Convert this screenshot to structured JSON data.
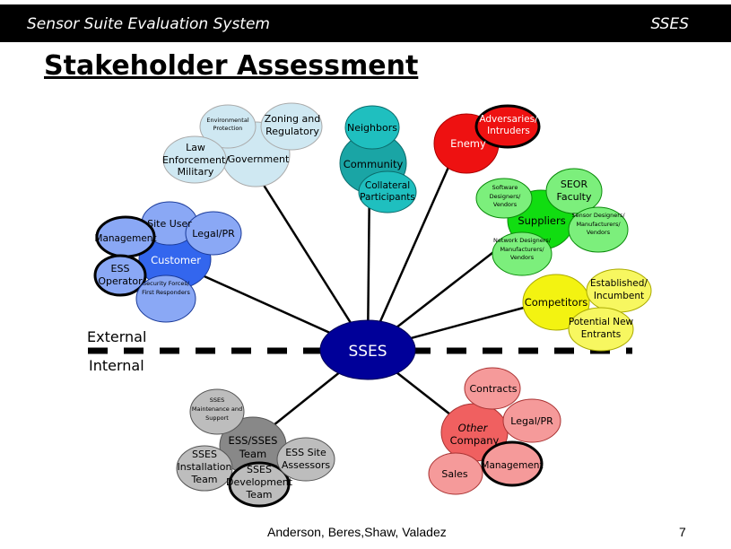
{
  "header": {
    "title": "Sensor Suite Evaluation System",
    "code": "SSES"
  },
  "page_title": "Stakeholder Assessment",
  "center": {
    "label": "SSES"
  },
  "boundary": {
    "external": "External",
    "internal": "Internal"
  },
  "groups": {
    "government": {
      "label": "Government",
      "members": {
        "environmental_protection": "Environmental Protection",
        "zoning": "Zoning and Regulatory",
        "law_enforcement": "Law Enforcement/ Military"
      }
    },
    "community": {
      "label": "Community",
      "members": {
        "neighbors": "Neighbors",
        "collateral": "Collateral Participants"
      }
    },
    "enemy": {
      "label": "Enemy",
      "members": {
        "adversaries": "Adversaries/ Intruders"
      }
    },
    "suppliers": {
      "label": "Suppliers",
      "members": {
        "software": "Software Designers/ Vendors",
        "seor": "SEOR Faculty",
        "sensor": "Sensor Designers/ Manufacturers/ Vendors",
        "network": "Network Designers/ Manufacturers/ Vendors"
      }
    },
    "competitors": {
      "label": "Competitors",
      "members": {
        "established": "Established/ Incumbent",
        "potential": "Potential New Entrants"
      }
    },
    "customer": {
      "label": "Customer",
      "members": {
        "site_user": "Site User",
        "management": "Management",
        "legal": "Legal/PR",
        "ess_operator": "ESS Operator",
        "security": "Security Forces/ First Responders"
      }
    },
    "team": {
      "label": "ESS/SSES Team",
      "members": {
        "maintenance": "SSES Maintenance and Support",
        "installation": "SSES Installation Team",
        "development": "SSES Development Team",
        "assessors": "ESS Site Assessors"
      }
    },
    "other_company": {
      "label_italic": "Other",
      "label": "Company",
      "members": {
        "contracts": "Contracts",
        "legal": "Legal/PR",
        "sales": "Sales",
        "management": "Management"
      }
    }
  },
  "footer": {
    "authors": "Anderson, Beres,Shaw, Valadez",
    "page": "7"
  },
  "colors": {
    "government": "#cfe8f2",
    "community": "#1aa5a5",
    "enemy": "#ee1111",
    "suppliers": "#22dd22",
    "competitors": "#f3f311",
    "customer": "#3366ee",
    "team": "#888888",
    "other_company": "#f07070",
    "center": "#000099"
  }
}
